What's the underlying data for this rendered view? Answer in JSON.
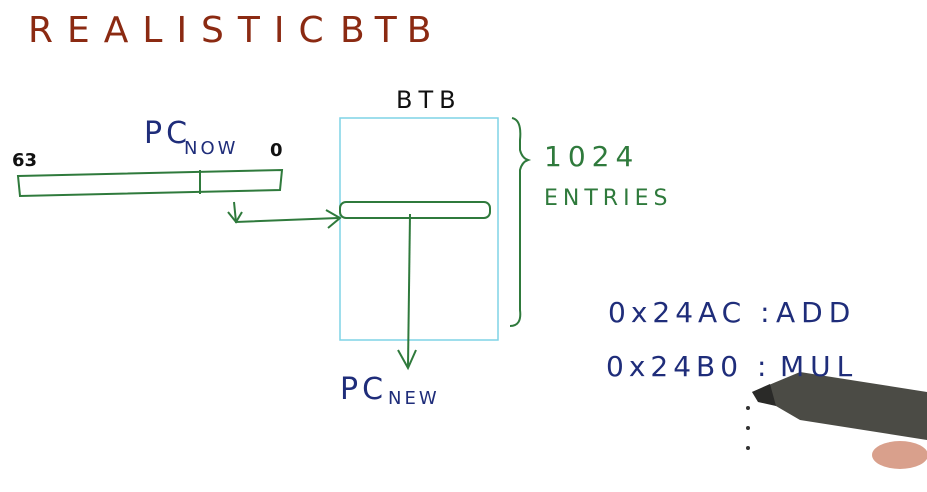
{
  "title": {
    "left": "REALISTIC",
    "right": "BTB"
  },
  "btb_label": "BTB",
  "pc_register": {
    "high_bit": "63",
    "low_bit": "0",
    "label": "PC",
    "label_sub": "NOW"
  },
  "pc_output": {
    "label": "PC",
    "label_sub": "NEW"
  },
  "btb_size": {
    "count": "1024",
    "unit": "ENTRIES"
  },
  "code": [
    {
      "address": "0x24AC",
      "sep": ":",
      "op": "ADD"
    },
    {
      "address": "0x24B0",
      "sep": ":",
      "op": "MUL"
    }
  ],
  "colors": {
    "title": "#8b2a12",
    "ink_blue": "#1f2d7a",
    "ink_green": "#2f7a3c",
    "btb_box": "#7fd3e6",
    "ink_black": "#111111"
  },
  "pen_icon": "pen-icon"
}
